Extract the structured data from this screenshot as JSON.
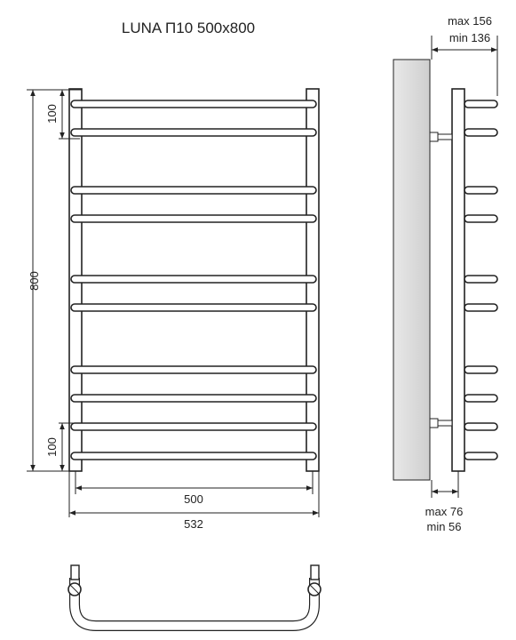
{
  "title": "LUNA П10 500x800",
  "front_view": {
    "rung_count": 10,
    "height_label": "800",
    "top_spacing_label": "100",
    "bottom_spacing_label": "100",
    "inner_width_label": "500",
    "outer_width_label": "532"
  },
  "side_view": {
    "depth_max_label": "max 156",
    "depth_min_label": "min 136",
    "wall_gap_max_label": "max 76",
    "wall_gap_min_label": "min 56"
  },
  "colors": {
    "line": "#222222",
    "wall": "#dcdcdc",
    "background": "#ffffff"
  }
}
